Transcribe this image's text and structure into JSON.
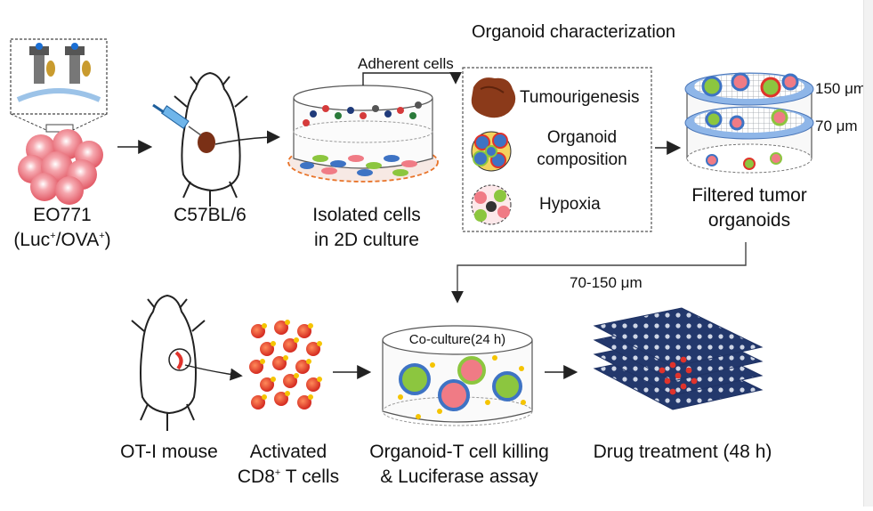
{
  "labels": {
    "eo771_line1": "EO771",
    "eo771_line2_a": "(Luc",
    "eo771_line2_b": "/OVA",
    "eo771_line2_c": ")",
    "sup_plus": "+",
    "c57": "C57BL/6",
    "isolated_1": "Isolated cells",
    "isolated_2": "in 2D culture",
    "adherent": "Adherent cells",
    "org_char": "Organoid characterization",
    "tumourigenesis": "Tumourigenesis",
    "composition_1": "Organoid",
    "composition_2": "composition",
    "hypoxia": "Hypoxia",
    "mesh_150": "150 μm",
    "mesh_70": "70 μm",
    "filtered_1": "Filtered tumor",
    "filtered_2": "organoids",
    "range": "70-150 μm",
    "otI": "OT-I mouse",
    "activated_1": "Activated",
    "activated_2a": "CD8",
    "activated_2b": " T cells",
    "coculture": "Co-culture(24 h)",
    "killing_1": "Organoid-T cell killing",
    "killing_2": "& Luciferase assay",
    "drug": "Drug treatment (48 h)"
  },
  "colors": {
    "cell_pink": "#f07b85",
    "cell_ring": "#f4c2c6",
    "tcell_red": "#e0332b",
    "tcell_yellow": "#f5c400",
    "organoid_blue": "#3e73c4",
    "organoid_green": "#8cc63f",
    "tumour_brown": "#8b3a1a",
    "dish_orange": "#e8742a",
    "grid_navy": "#1f3264"
  }
}
